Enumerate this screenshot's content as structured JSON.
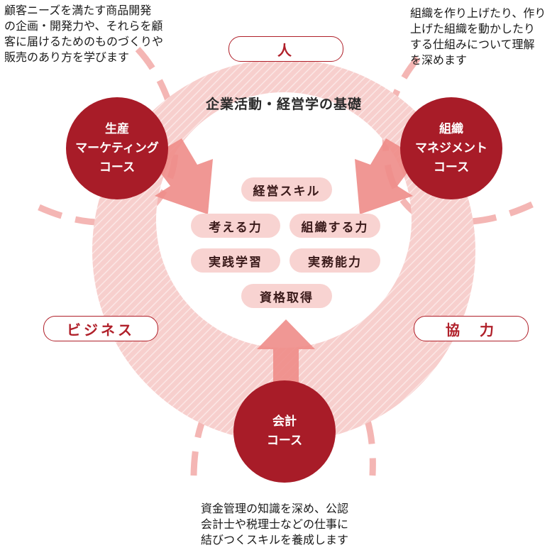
{
  "descriptions": {
    "production": "顧客ニーズを満たす商品開発\nの企画・開発力や、それらを顧\n客に届けるためのものづくりや\n販売のあり方を学びます",
    "organization": "組織を作り上げたり、作り\n上げた組織を動かしたり\nする仕組みについて理解\nを深めます",
    "accounting": "資金管理の知識を深め、公認\n会計士や税理士などの仕事に\n結びつくスキルを養成します"
  },
  "ring_title": "企業活動・経営学の基礎",
  "labels": {
    "people": "人",
    "business": "ビジネス",
    "cooperation": "協　力"
  },
  "courses": {
    "production": [
      "生産",
      "マーケティング",
      "コース"
    ],
    "organization": [
      "組織",
      "マネジメント",
      "コース"
    ],
    "accounting": [
      "会計",
      "コース"
    ]
  },
  "skills": {
    "management": "経営スキル",
    "thinking": "考える力",
    "organizing": "組織する力",
    "practical": "実践学習",
    "business_ability": "実務能力",
    "certification": "資格取得"
  },
  "colors": {
    "course_red": "#a81c28",
    "ring_pink": "#f6c9c8",
    "arrow_pink": "#ee8c88",
    "skill_bg": "#f8d3d1",
    "dash_pink": "#f4b6b4"
  }
}
